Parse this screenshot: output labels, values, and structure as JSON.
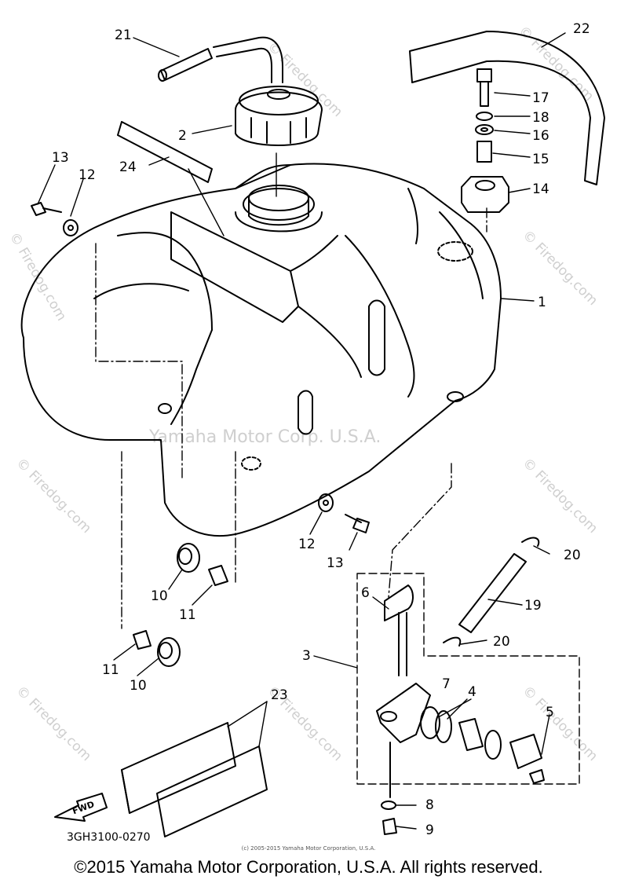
{
  "watermark": {
    "brand": "© Firedog.com",
    "center": "Yamaha Motor Corp. U.S.A."
  },
  "part_numbers": {
    "p1": "1",
    "p2": "2",
    "p3": "3",
    "p4": "4",
    "p5": "5",
    "p6": "6",
    "p7": "7",
    "p8": "8",
    "p9": "9",
    "p10a": "10",
    "p10b": "10",
    "p11a": "11",
    "p11b": "11",
    "p12a": "12",
    "p12b": "12",
    "p13a": "13",
    "p13b": "13",
    "p14": "14",
    "p15": "15",
    "p16": "16",
    "p17": "17",
    "p18": "18",
    "p19": "19",
    "p20a": "20",
    "p20b": "20",
    "p21": "21",
    "p22": "22",
    "p23": "23",
    "p24": "24"
  },
  "fwd_label": "FWD",
  "diagram_code": "3GH3100-0270",
  "small_copyright": "(c) 2005-2015 Yamaha Motor Corporation, U.S.A.",
  "copyright": "©2015 Yamaha Motor Corporation, U.S.A. All rights reserved."
}
